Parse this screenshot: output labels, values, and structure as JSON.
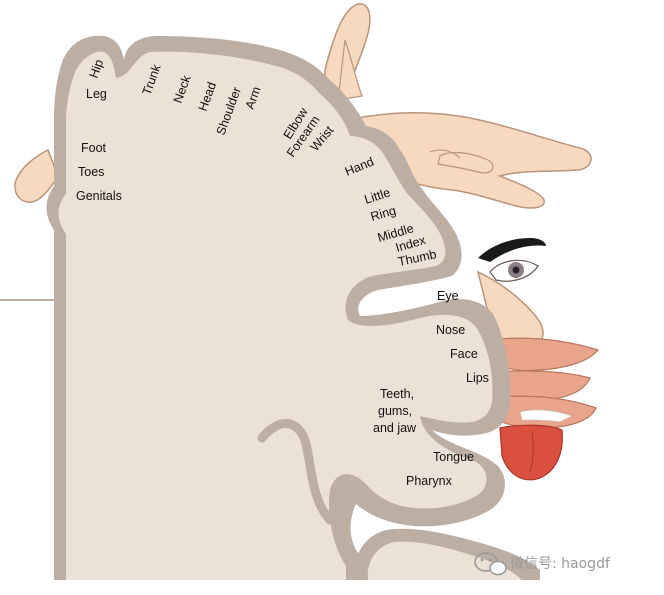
{
  "colors": {
    "skin": "#f6d9be",
    "skin_outline": "#b8957a",
    "cortex_gray": "#bcaea3",
    "cortex_inner": "#ece1d6",
    "lips": "#e9a58c",
    "tongue": "#d9503e",
    "eyebrow": "#1a1a1a",
    "iris": "#8b7d86",
    "label": "#111111",
    "watermark": "#9a9a9a"
  },
  "labels": [
    {
      "key": "hip",
      "text": "Hip"
    },
    {
      "key": "leg",
      "text": "Leg"
    },
    {
      "key": "trunk",
      "text": "Trunk"
    },
    {
      "key": "neck",
      "text": "Neck"
    },
    {
      "key": "head",
      "text": "Head"
    },
    {
      "key": "shoulder",
      "text": "Shoulder"
    },
    {
      "key": "arm",
      "text": "Arm"
    },
    {
      "key": "elbow",
      "text": "Elbow"
    },
    {
      "key": "forearm",
      "text": "Forearm"
    },
    {
      "key": "wrist",
      "text": "Wrist"
    },
    {
      "key": "hand",
      "text": "Hand"
    },
    {
      "key": "little",
      "text": "Little"
    },
    {
      "key": "ring",
      "text": "Ring"
    },
    {
      "key": "middle",
      "text": "Middle"
    },
    {
      "key": "index",
      "text": "Index"
    },
    {
      "key": "thumb",
      "text": "Thumb"
    },
    {
      "key": "foot",
      "text": "Foot"
    },
    {
      "key": "toes",
      "text": "Toes"
    },
    {
      "key": "genitals",
      "text": "Genitals"
    },
    {
      "key": "eye",
      "text": "Eye"
    },
    {
      "key": "nose",
      "text": "Nose"
    },
    {
      "key": "face",
      "text": "Face"
    },
    {
      "key": "lips",
      "text": "Lips"
    },
    {
      "key": "teeth1",
      "text": "Teeth,"
    },
    {
      "key": "teeth2",
      "text": "gums,"
    },
    {
      "key": "teeth3",
      "text": "and jaw"
    },
    {
      "key": "tongue",
      "text": "Tongue"
    },
    {
      "key": "pharynx",
      "text": "Pharynx"
    }
  ],
  "watermark": {
    "text": "微信号: haogdf"
  }
}
